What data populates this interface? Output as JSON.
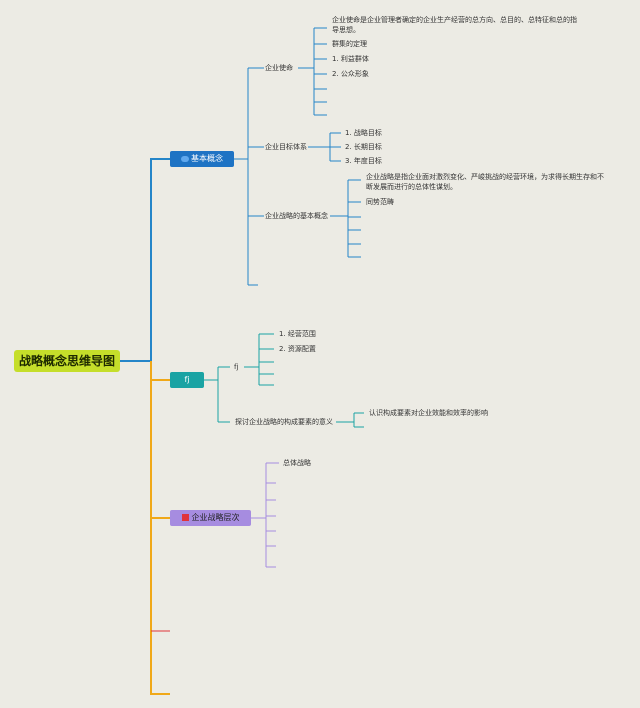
{
  "root": "战略概念思维导图",
  "branches": {
    "b1": {
      "label": "基本概念",
      "mission": {
        "label": "企业使命",
        "desc": "企业使命是企业管理者确定的企业生产经营的总方向、总目的、总特征和总的指导思想。",
        "sub1": "群集的定理",
        "sub2": "1. 利益群体",
        "sub3": "2. 公众形象"
      },
      "goals": {
        "label": "企业目标体系",
        "g1": "1. 战略目标",
        "g2": "2. 长期目标",
        "g3": "3. 年度目标"
      },
      "strategy": {
        "label": "企业战略的基本概念",
        "desc": "企业战略是指企业面对激烈变化、严峻挑战的经营环境，为求得长期生存和不断发展而进行的总体性谋划。",
        "sub1": "同势范畴"
      }
    },
    "b2": {
      "label": "fj",
      "fj": {
        "label": "fj",
        "c1": "1. 经营范围",
        "c2": "2. 资源配置"
      },
      "elements": {
        "label": "探讨企业战略的构成要素的意义",
        "c1": "认识构成要素对企业效能和效率的影响"
      }
    },
    "b3": {
      "label": "企业战略层次",
      "c1": "总体战略"
    }
  },
  "colors": {
    "background": "#ecebe4",
    "root": "#c5de2a",
    "branch_blue": "#1e73c4",
    "branch_teal": "#1aa3a3",
    "branch_purple": "#a68ce0",
    "trunk_orange": "#f0a818",
    "line_blue": "#2585c8",
    "line_teal": "#1aa3a3",
    "line_purple": "#a68ce0",
    "marker_red": "#e0343a"
  },
  "icons": {
    "b1": "blue-oval-icon",
    "b3": "red-square-icon"
  }
}
